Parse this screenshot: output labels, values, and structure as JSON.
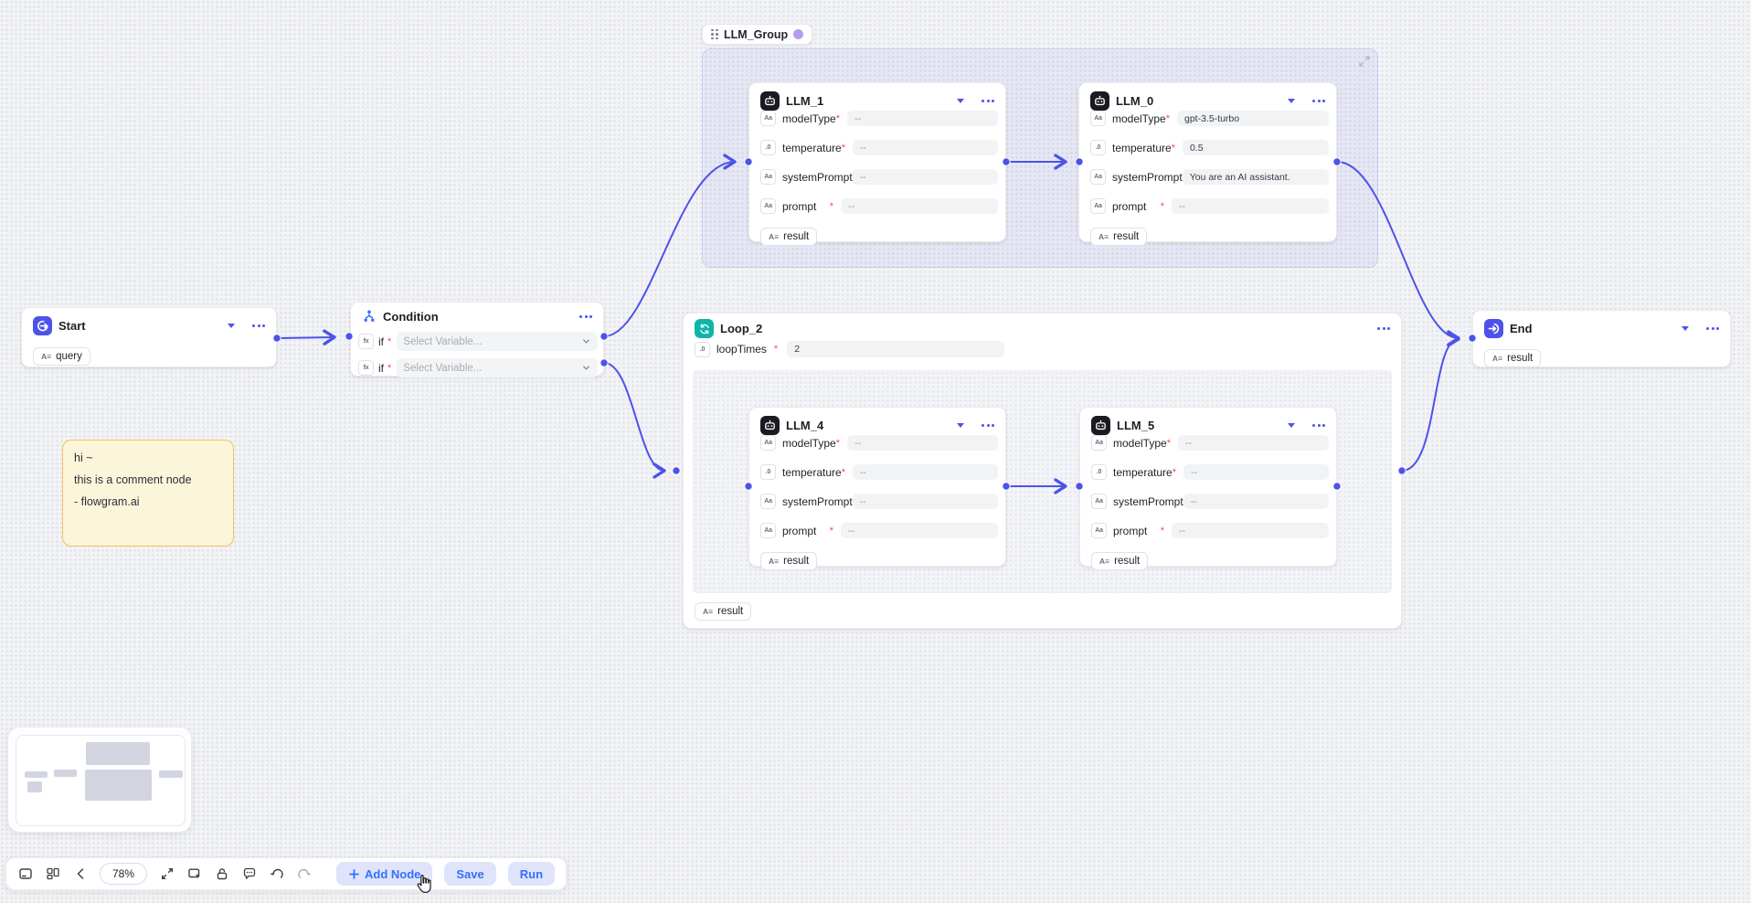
{
  "group": {
    "label": "LLM_Group"
  },
  "required_marker": "*",
  "nodes": {
    "start": {
      "title": "Start",
      "tag": {
        "icon": "A≡",
        "label": "query"
      }
    },
    "condition": {
      "title": "Condition",
      "rows": [
        {
          "type_icon": "fx",
          "label": "if",
          "required": true,
          "placeholder": "Select Variable..."
        },
        {
          "type_icon": "fx",
          "label": "if",
          "required": true,
          "placeholder": "Select Variable..."
        }
      ]
    },
    "llm_1": {
      "title": "LLM_1",
      "fields": [
        {
          "type_icon": "Aa",
          "label": "modelType",
          "required": true,
          "value": "--"
        },
        {
          "type_icon": ".0",
          "label": "temperature",
          "required": true,
          "value": "--"
        },
        {
          "type_icon": "Aa",
          "label": "systemPrompt",
          "required": false,
          "value": "--"
        },
        {
          "type_icon": "Aa",
          "label": "prompt",
          "required": true,
          "value": "--"
        }
      ],
      "result": {
        "icon": "A≡",
        "label": "result"
      }
    },
    "llm_0": {
      "title": "LLM_0",
      "fields": [
        {
          "type_icon": "Aa",
          "label": "modelType",
          "required": true,
          "value": "gpt-3.5-turbo"
        },
        {
          "type_icon": ".0",
          "label": "temperature",
          "required": true,
          "value": "0.5"
        },
        {
          "type_icon": "Aa",
          "label": "systemPrompt",
          "required": false,
          "value": "You are an AI assistant."
        },
        {
          "type_icon": "Aa",
          "label": "prompt",
          "required": true,
          "value": "--"
        }
      ],
      "result": {
        "icon": "A≡",
        "label": "result"
      }
    },
    "loop": {
      "title": "Loop_2",
      "field": {
        "type_icon": ".0",
        "label": "loopTimes",
        "required": true,
        "value": "2"
      },
      "result": {
        "icon": "A≡",
        "label": "result"
      }
    },
    "llm_4": {
      "title": "LLM_4",
      "fields": [
        {
          "type_icon": "Aa",
          "label": "modelType",
          "required": true,
          "value": "--"
        },
        {
          "type_icon": ".0",
          "label": "temperature",
          "required": true,
          "value": "--"
        },
        {
          "type_icon": "Aa",
          "label": "systemPrompt",
          "required": false,
          "value": "--"
        },
        {
          "type_icon": "Aa",
          "label": "prompt",
          "required": true,
          "value": "--"
        }
      ],
      "result": {
        "icon": "A≡",
        "label": "result"
      }
    },
    "llm_5": {
      "title": "LLM_5",
      "fields": [
        {
          "type_icon": "Aa",
          "label": "modelType",
          "required": true,
          "value": "--"
        },
        {
          "type_icon": ".0",
          "label": "temperature",
          "required": true,
          "value": "--"
        },
        {
          "type_icon": "Aa",
          "label": "systemPrompt",
          "required": false,
          "value": "--"
        },
        {
          "type_icon": "Aa",
          "label": "prompt",
          "required": true,
          "value": "--"
        }
      ],
      "result": {
        "icon": "A≡",
        "label": "result"
      }
    },
    "end": {
      "title": "End",
      "tag": {
        "icon": "A≡",
        "label": "result"
      }
    },
    "comment": {
      "lines": [
        "hi ~",
        "this is a comment node",
        "- flowgram.ai"
      ]
    }
  },
  "edges": [
    {
      "from": "Start",
      "to": "Condition"
    },
    {
      "from": "Condition:if1",
      "to": "LLM_1"
    },
    {
      "from": "Condition:if2",
      "to": "Loop_2"
    },
    {
      "from": "LLM_1",
      "to": "LLM_0"
    },
    {
      "from": "LLM_0",
      "to": "End"
    },
    {
      "from": "LLM_4",
      "to": "LLM_5"
    },
    {
      "from": "Loop_2",
      "to": "End"
    }
  ],
  "toolbar": {
    "zoom_level": "78%",
    "icons": [
      "minimap",
      "layout",
      "collapse",
      "fit-view",
      "select",
      "lock",
      "comment",
      "undo",
      "redo"
    ],
    "add_node_label": "Add Node",
    "save_label": "Save",
    "run_label": "Run"
  },
  "colors": {
    "accent": "#4d53e8",
    "edge": "#4d53e8",
    "button_text": "#3370ff",
    "button_bg": "#dfe4fb",
    "loop_icon": "#0fb5a7",
    "llm_icon_bg": "#1a1a20",
    "start_end_icon_bg": "#4d53e8",
    "condition_icon": "#3370ff",
    "group_fill": "rgba(90,94,235,0.08)",
    "group_badge_dot": "#b49df2",
    "comment_bg": "#fbf5da",
    "comment_border": "#f1c356",
    "required": "#f54a45",
    "canvas_bg": "#f2f3f6"
  }
}
